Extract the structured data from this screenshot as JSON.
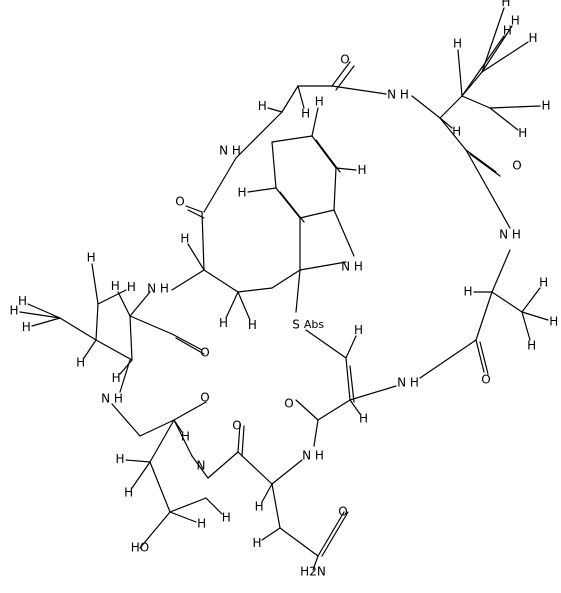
{
  "diagram": {
    "type": "structural-formula",
    "labels": [
      {
        "id": "nh-top",
        "text": "N H"
      },
      {
        "id": "nh-left-top",
        "text": "N H"
      },
      {
        "id": "nh-right",
        "text": "N H"
      },
      {
        "id": "nh-indole",
        "text": "N H"
      },
      {
        "id": "nh-left-mid",
        "text": "N H"
      },
      {
        "id": "nh-left-low",
        "text": "N H"
      },
      {
        "id": "nh-mid-right",
        "text": "N H"
      },
      {
        "id": "nh-mid-low",
        "text": "N H"
      },
      {
        "id": "n-pyrrolidine",
        "text": "N"
      },
      {
        "id": "s-thioether",
        "text": "S"
      },
      {
        "id": "abs-tag",
        "text": "Abs"
      },
      {
        "id": "o-top",
        "text": "O"
      },
      {
        "id": "o-right",
        "text": "O"
      },
      {
        "id": "o-left-top",
        "text": "O"
      },
      {
        "id": "o-left-mid",
        "text": "O"
      },
      {
        "id": "o-left-low",
        "text": "O"
      },
      {
        "id": "o-center",
        "text": "O"
      },
      {
        "id": "o-lower-mid",
        "text": "O"
      },
      {
        "id": "o-right-low",
        "text": "O"
      },
      {
        "id": "o-amide",
        "text": "O"
      },
      {
        "id": "oh-hydroxyl",
        "text": "HO"
      },
      {
        "id": "nh2-amide",
        "text": "H2N"
      }
    ],
    "hydrogen_symbol": "H"
  }
}
